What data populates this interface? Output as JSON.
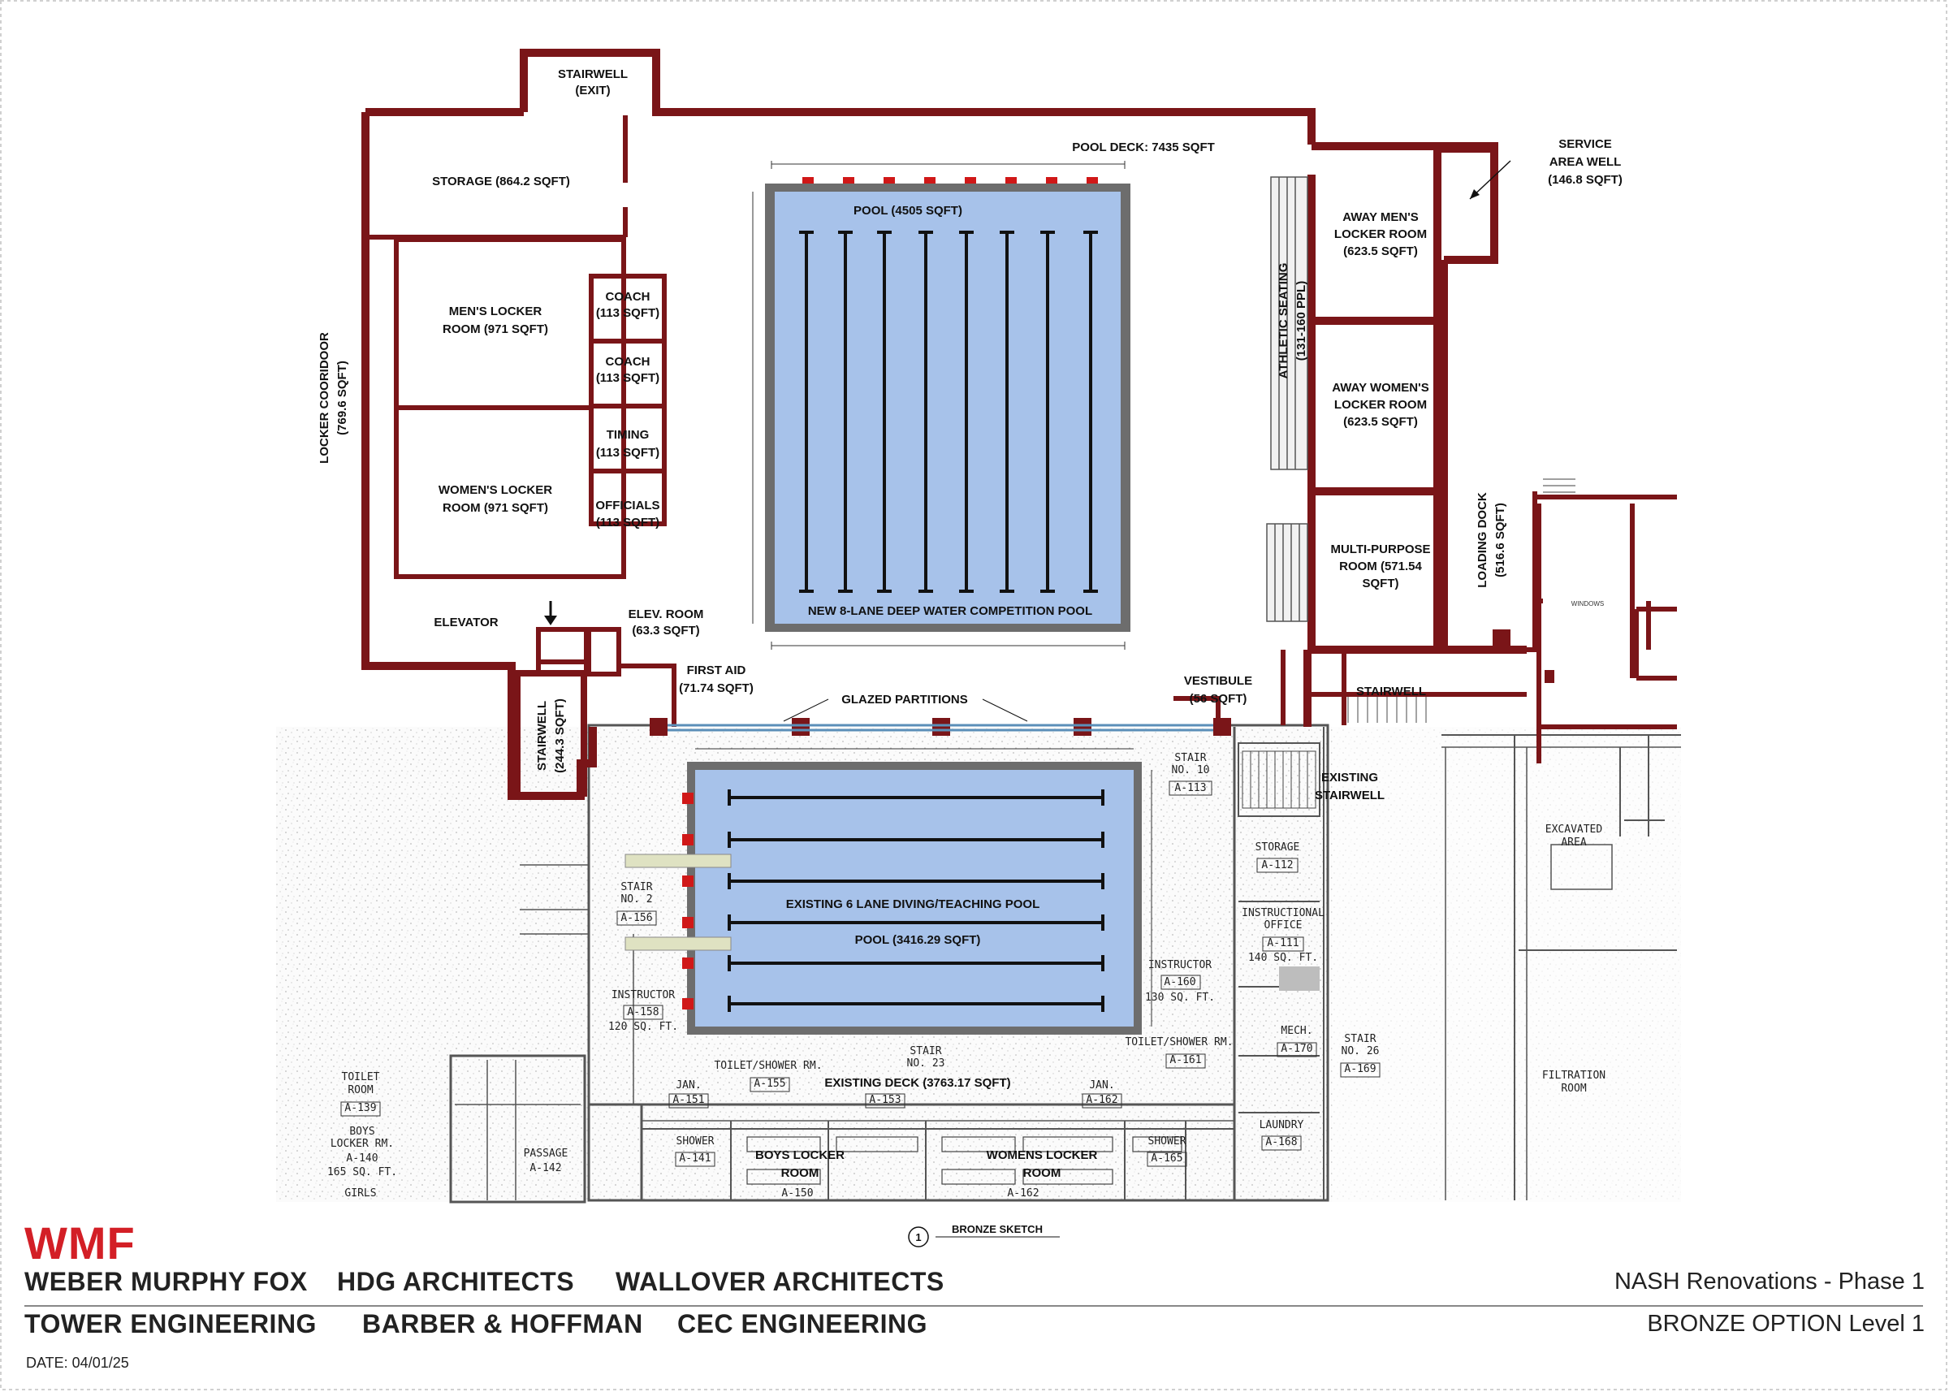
{
  "labels": {
    "stairwell_exit": [
      "STAIRWELL",
      "(EXIT)"
    ],
    "pool_deck": "POOL DECK: 7435 SQFT",
    "storage": "STORAGE (864.2 SQFT)",
    "pool": "POOL (4505 SQFT)",
    "new_pool": "NEW 8-LANE DEEP WATER COMPETITION POOL",
    "mens_locker": [
      "MEN'S LOCKER",
      "ROOM (971 SQFT)"
    ],
    "womens_locker": [
      "WOMEN'S LOCKER",
      "ROOM (971 SQFT)"
    ],
    "coach1": [
      "COACH",
      "(113 SQFT)"
    ],
    "coach2": [
      "COACH",
      "(113 SQFT)"
    ],
    "timing": [
      "TIMING",
      "(113 SQFT)"
    ],
    "officials": [
      "OFFICIALS",
      "(113 SQFT)"
    ],
    "locker_corridor": [
      "LOCKER COORIDOOR",
      "(769.6 SQFT)"
    ],
    "elevator": "ELEVATOR",
    "elev_room": [
      "ELEV. ROOM",
      "(63.3 SQFT)"
    ],
    "first_aid": [
      "FIRST AID",
      "(71.74 SQFT)"
    ],
    "stairwell_244": [
      "STAIRWELL",
      "(244.3 SQFT)"
    ],
    "glazed": "GLAZED PARTITIONS",
    "vestibule": [
      "VESTIBULE",
      "(56 SQFT)"
    ],
    "stairwell_right": "STAIRWELL",
    "existing_stairwell": [
      "EXISTING",
      "STAIRWELL"
    ],
    "athletic_seating": [
      "ATHLETIC SEATING",
      "(131-160 PPL)"
    ],
    "away_mens": [
      "AWAY MEN'S",
      "LOCKER ROOM",
      "(623.5 SQFT)"
    ],
    "away_womens": [
      "AWAY WOMEN'S",
      "LOCKER ROOM",
      "(623.5 SQFT)"
    ],
    "multi_purpose": [
      "MULTI-PURPOSE",
      "ROOM (571.54",
      "SQFT)"
    ],
    "loading_dock": [
      "LOADING DOCK",
      "(516.6 SQFT)"
    ],
    "service_well": [
      "SERVICE",
      "AREA WELL",
      "(146.8 SQFT)"
    ],
    "existing_pool": "EXISTING 6 LANE DIVING/TEACHING POOL",
    "existing_pool_area": "POOL (3416.29 SQFT)",
    "existing_deck": "EXISTING DECK (3763.17 SQFT)",
    "boys_locker": [
      "BOYS LOCKER",
      "ROOM"
    ],
    "womens_locker_ex": [
      "WOMENS LOCKER",
      "ROOM"
    ],
    "bronze_sketch": "BRONZE SKETCH",
    "sketch_num": "1"
  },
  "existing_rooms": {
    "stair10": [
      "STAIR",
      "NO. 10",
      "A-113"
    ],
    "storage_ex": [
      "STORAGE",
      "A-112"
    ],
    "instr_office": [
      "INSTRUCTIONAL",
      "OFFICE",
      "A-111",
      "140 SQ. FT."
    ],
    "stair2": [
      "STAIR",
      "NO. 2",
      "A-156"
    ],
    "instructor_l": [
      "INSTRUCTOR",
      "A-158",
      "120 SQ. FT."
    ],
    "instructor_r": [
      "INSTRUCTOR",
      "A-160",
      "130 SQ. FT."
    ],
    "mech": [
      "MECH.",
      "A-170"
    ],
    "stair26": [
      "STAIR",
      "NO. 26",
      "A-169"
    ],
    "toilet_shower_r": [
      "TOILET/SHOWER RM.",
      "A-161"
    ],
    "stair23": [
      "STAIR",
      "NO. 23",
      "A-153"
    ],
    "toilet_shower_l": [
      "TOILET/SHOWER RM.",
      "A-155"
    ],
    "jan_l": [
      "JAN.",
      "A-151"
    ],
    "jan_r": [
      "JAN.",
      "A-162"
    ],
    "shower_l": [
      "SHOWER",
      "A-141"
    ],
    "shower_r": [
      "SHOWER",
      "A-165"
    ],
    "toilet_room": [
      "TOILET",
      "ROOM",
      "A-139"
    ],
    "boys_locker_rm": [
      "BOYS",
      "LOCKER RM.",
      "A-140",
      "165 SQ. FT."
    ],
    "girls": [
      "GIRLS"
    ],
    "passage": [
      "PASSAGE",
      "A-142"
    ],
    "laundry": [
      "LAUNDRY",
      "A-168"
    ],
    "filtration": [
      "FILTRATION",
      "ROOM"
    ],
    "excavated": [
      "EXCAVATED",
      "AREA"
    ],
    "windows": [
      "WINDOWS"
    ],
    "boys_num": [
      "A-150"
    ],
    "womens_num": [
      "A-162"
    ]
  },
  "footer": {
    "logo": "WMF",
    "firms_row1": [
      "WEBER MURPHY FOX",
      "HDG ARCHITECTS",
      "WALLOVER ARCHITECTS"
    ],
    "firms_row2": [
      "TOWER ENGINEERING",
      "BARBER & HOFFMAN",
      "CEC ENGINEERING"
    ],
    "date": "DATE: 04/01/25",
    "project": "NASH Renovations - Phase 1",
    "option": "BRONZE OPTION Level 1"
  },
  "colors": {
    "wall": "#7a1518",
    "pool_fill": "#a7c2ea",
    "pool_rim": "#6d6d6d",
    "block_red": "#d01818",
    "logo_red": "#d31f26"
  }
}
